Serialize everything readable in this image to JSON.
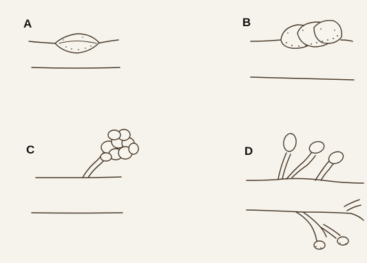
{
  "panels": {
    "a": {
      "label": "A"
    },
    "b": {
      "label": "B"
    },
    "c": {
      "label": "C"
    },
    "d": {
      "label": "D"
    }
  },
  "colors": {
    "background": "#f6f3ed",
    "ink": "#4a3b2a",
    "label": "#111111"
  }
}
